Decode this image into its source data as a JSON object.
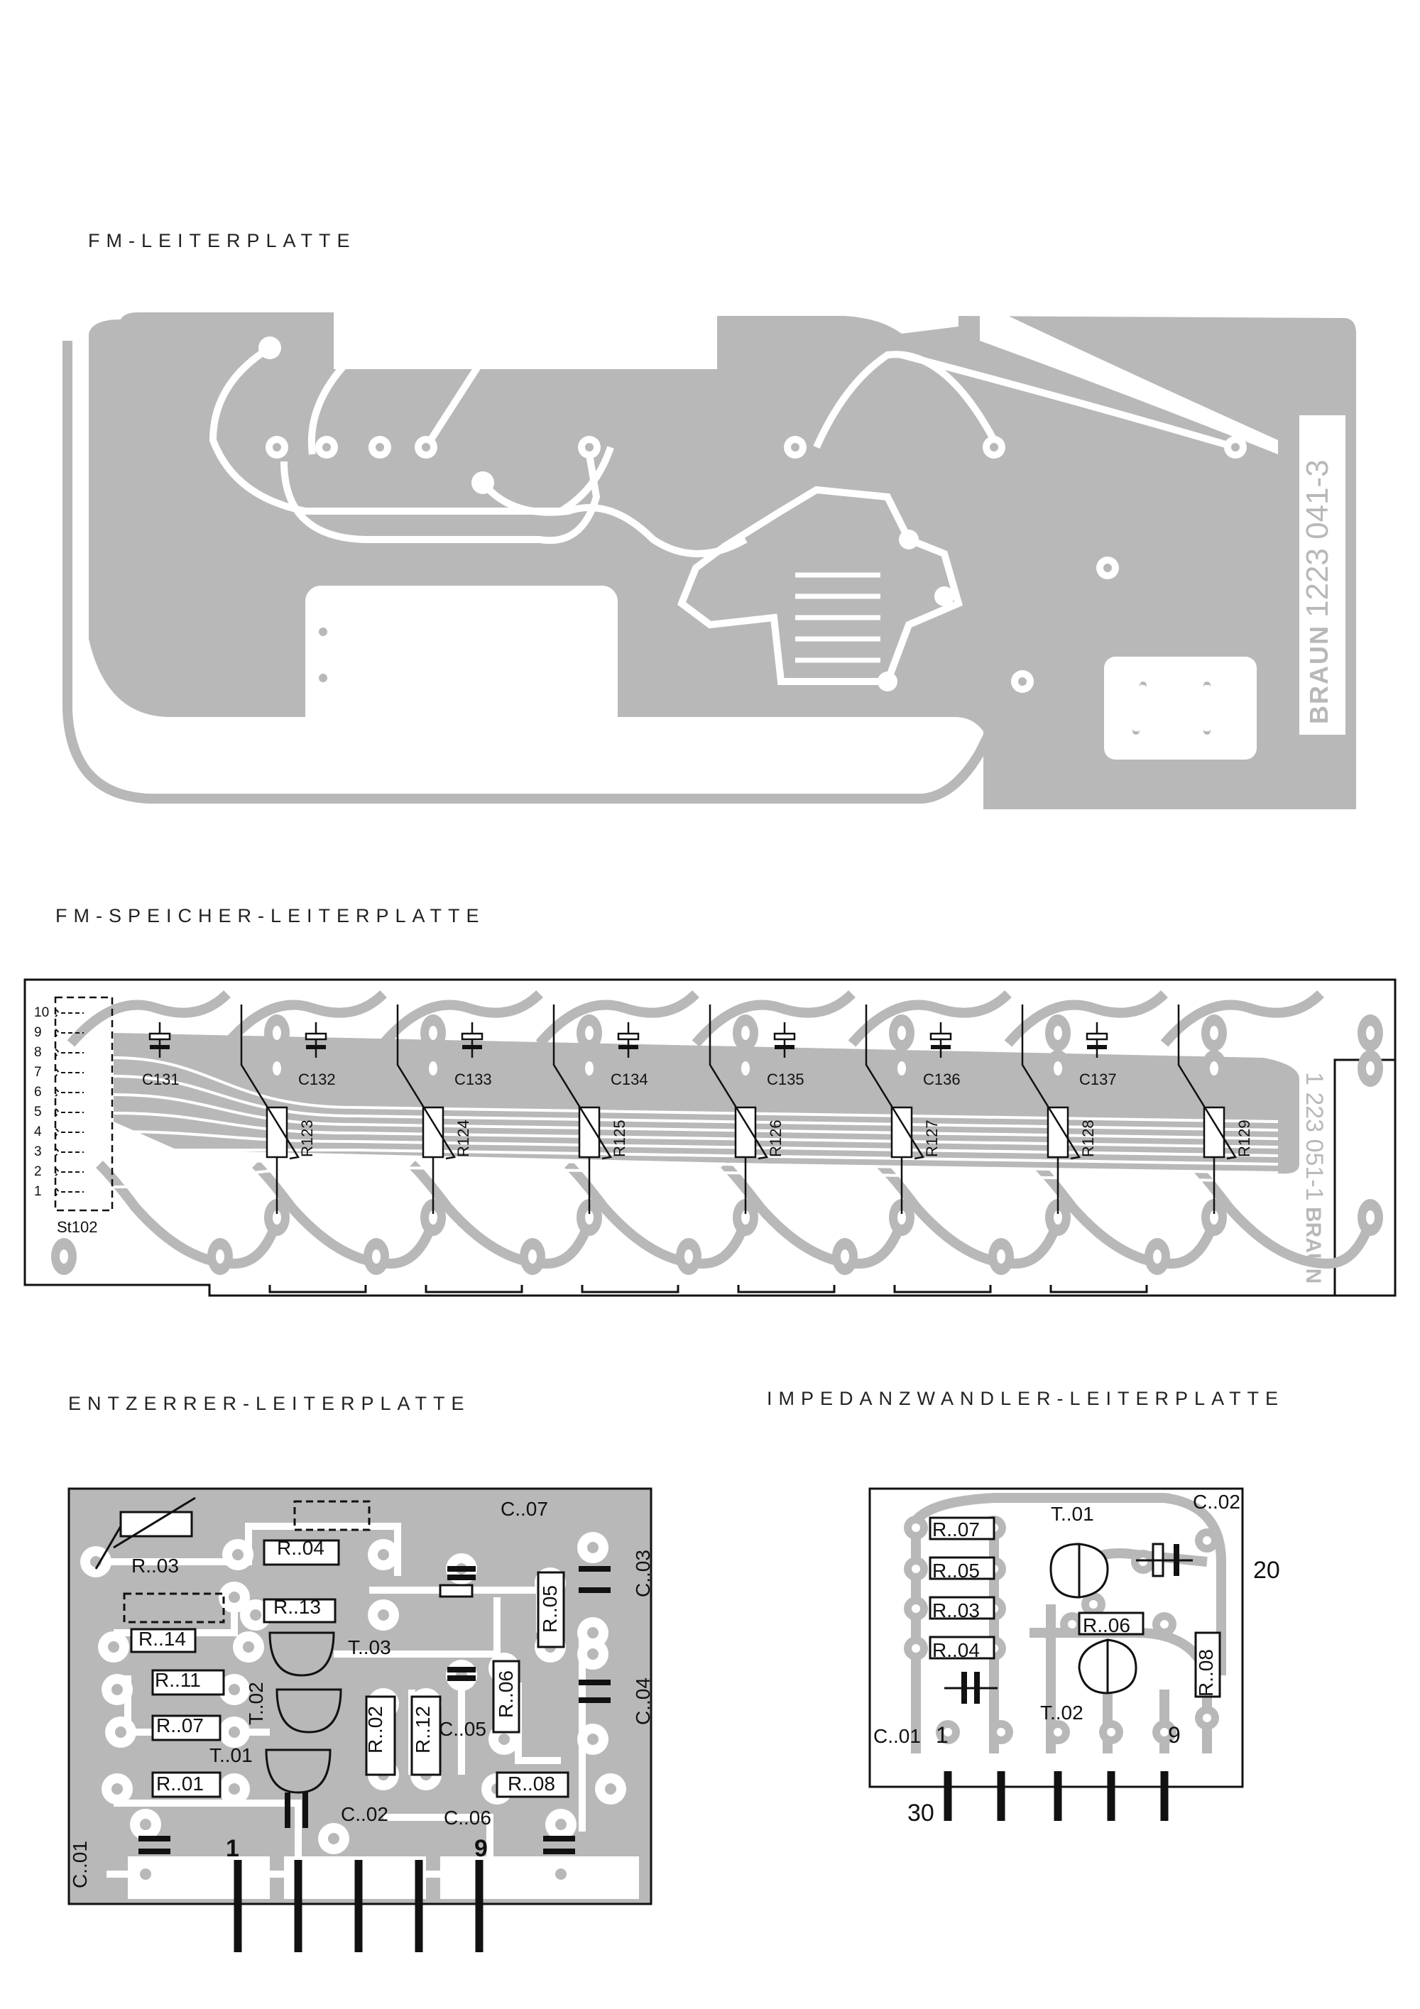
{
  "sections": {
    "fm": {
      "title": "FM-LEITERPLATTE"
    },
    "speicher": {
      "title": "FM-SPEICHER-LEITERPLATTE"
    },
    "entzerrer": {
      "title": "ENTZERRER-LEITERPLATTE"
    },
    "impedanz": {
      "title": "IMPEDANZWANDLER-LEITERPLATTE"
    }
  },
  "fm_board": {
    "brand": "BRAUN",
    "part_number": "1223 041-3"
  },
  "speicher_board": {
    "connector_label": "St102",
    "pin_numbers": [
      "10",
      "9",
      "8",
      "7",
      "6",
      "5",
      "4",
      "3",
      "2",
      "1"
    ],
    "capacitors": [
      "C131",
      "C132",
      "C133",
      "C134",
      "C135",
      "C136",
      "C137"
    ],
    "resistors": [
      "R123",
      "R124",
      "R125",
      "R126",
      "R127",
      "R128",
      "R129"
    ],
    "brand": "BRAUN",
    "part_number": "1 223 051-1"
  },
  "entzerrer_board": {
    "components": {
      "r03": "R..03",
      "r04": "R..04",
      "r13": "R..13",
      "r14": "R..14",
      "r11": "R..11",
      "r07": "R..07",
      "r01": "R..01",
      "r02": "R..02",
      "r12": "R..12",
      "r05": "R..05",
      "r06": "R..06",
      "r08": "R..08",
      "t01": "T..01",
      "t02": "T..02",
      "t03": "T..03",
      "c01": "C..01",
      "c02": "C..02",
      "c03": "C..03",
      "c04": "C..04",
      "c05": "C..05",
      "c06": "C..06",
      "c07": "C..07"
    },
    "pin_first": "1",
    "pin_last": "9"
  },
  "impedanz_board": {
    "components": {
      "r07": "R..07",
      "r05": "R..05",
      "r03": "R..03",
      "r04": "R..04",
      "r06": "R..06",
      "r08": "R..08",
      "t01": "T..01",
      "t02": "T..02",
      "c01": "C..01",
      "c02": "C..02"
    },
    "pin_first": "1",
    "pin_last": "9",
    "label_20": "20",
    "label_30": "30"
  },
  "colors": {
    "copper": "#b8b8b8",
    "ink": "#111111",
    "board_bg": "#ffffff"
  }
}
